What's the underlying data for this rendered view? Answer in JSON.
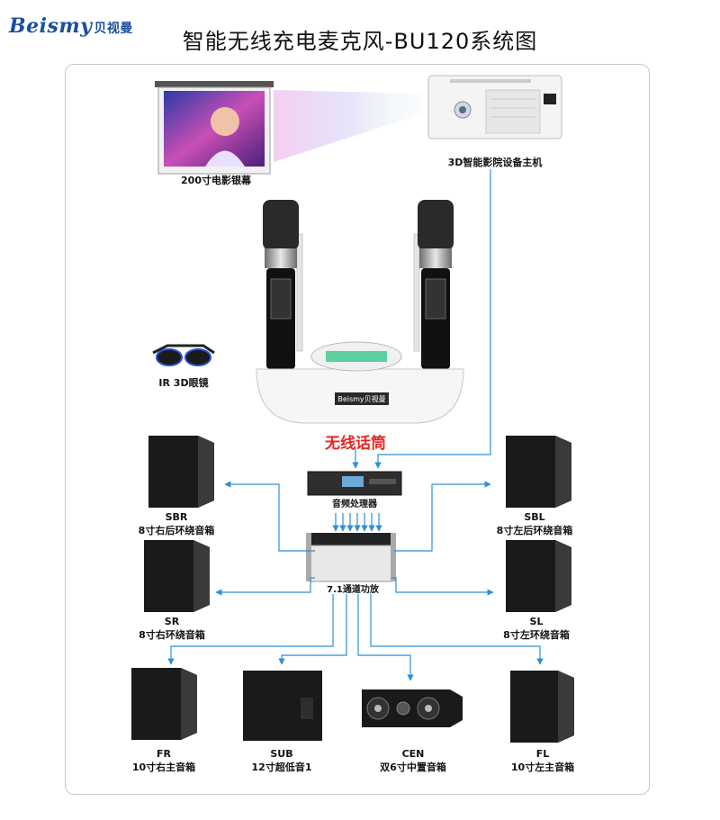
{
  "header": {
    "logo_text": "Beismy",
    "logo_cn": "贝视曼",
    "title": "智能无线充电麦克风-BU120系统图"
  },
  "devices": {
    "screen": {
      "label": "200寸电影银幕"
    },
    "projector": {
      "label": "3D智能影院设备主机"
    },
    "glasses": {
      "label": "IR 3D眼镜"
    },
    "microphone": {
      "label": "无线话筒",
      "base_brand": "Beismy贝视曼"
    },
    "processor": {
      "label": "音频处理器"
    },
    "amplifier": {
      "label": "7.1通道功放"
    }
  },
  "speakers": [
    {
      "code": "SBR",
      "desc": "8寸右后环绕音箱"
    },
    {
      "code": "SBL",
      "desc": "8寸左后环绕音箱"
    },
    {
      "code": "SR",
      "desc": "8寸右环绕音箱"
    },
    {
      "code": "SL",
      "desc": "8寸左环绕音箱"
    },
    {
      "code": "FR",
      "desc": "10寸右主音箱"
    },
    {
      "code": "SUB",
      "desc": "12寸超低音1"
    },
    {
      "code": "CEN",
      "desc": "双6寸中置音箱"
    },
    {
      "code": "FL",
      "desc": "10寸左主音箱"
    }
  ],
  "colors": {
    "line": "#2e8fd6",
    "title": "#111111",
    "logo": "#1a4fa0",
    "mic_label": "#e8261f"
  }
}
